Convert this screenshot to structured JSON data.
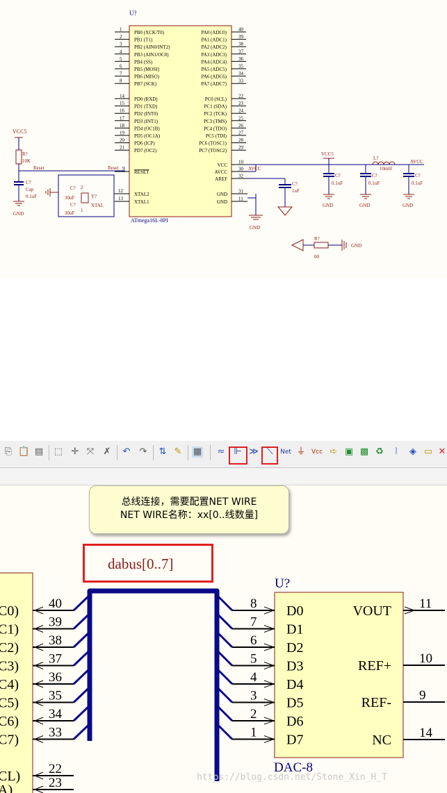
{
  "schematic": {
    "mcu": {
      "designator": "U?",
      "part": "ATmega16L-8PI",
      "left_pins": [
        {
          "num": "1",
          "name": "PB0 (XCK/T0)"
        },
        {
          "num": "2",
          "name": "PB1 (T1)"
        },
        {
          "num": "3",
          "name": "PB2 (AIN0/INT2)"
        },
        {
          "num": "4",
          "name": "PB3 (AIN1/OC0)"
        },
        {
          "num": "5",
          "name": "PB4 (SS)"
        },
        {
          "num": "6",
          "name": "PB5 (MOSI)"
        },
        {
          "num": "7",
          "name": "PB6 (MISO)"
        },
        {
          "num": "8",
          "name": "PB7 (SCK)"
        },
        {
          "num": "14",
          "name": "PD0 (RXD)"
        },
        {
          "num": "15",
          "name": "PD1 (TXD)"
        },
        {
          "num": "16",
          "name": "PD2 (INT0)"
        },
        {
          "num": "17",
          "name": "PD3 (INT1)"
        },
        {
          "num": "18",
          "name": "PD4 (OC1B)"
        },
        {
          "num": "19",
          "name": "PD5 (OC1A)"
        },
        {
          "num": "20",
          "name": "PD6 (ICP)"
        },
        {
          "num": "21",
          "name": "PD7 (OC2)"
        }
      ],
      "right_pins": [
        {
          "num": "40",
          "name": "PA0 (ADC0)"
        },
        {
          "num": "39",
          "name": "PA1 (ADC1)"
        },
        {
          "num": "38",
          "name": "PA2 (ADC2)"
        },
        {
          "num": "37",
          "name": "PA3 (ADC3)"
        },
        {
          "num": "36",
          "name": "PA4 (ADC4)"
        },
        {
          "num": "35",
          "name": "PA5 (ADC5)"
        },
        {
          "num": "34",
          "name": "PA6 (ADC6)"
        },
        {
          "num": "33",
          "name": "PA7 (ADC7)"
        },
        {
          "num": "22",
          "name": "PC0 (SCL)"
        },
        {
          "num": "23",
          "name": "PC1 (SDA)"
        },
        {
          "num": "24",
          "name": "PC2 (TCK)"
        },
        {
          "num": "25",
          "name": "PC3 (TMS)"
        },
        {
          "num": "26",
          "name": "PC4 (TDO)"
        },
        {
          "num": "27",
          "name": "PC5 (TDI)"
        },
        {
          "num": "28",
          "name": "PC6 (TOSC1)"
        },
        {
          "num": "29",
          "name": "PC7 (TOSC2)"
        }
      ],
      "reset_pin": {
        "num": "9",
        "name": "RESET"
      },
      "xtal_pins": [
        {
          "num": "12",
          "name": "XTAL2"
        },
        {
          "num": "13",
          "name": "XTAL1"
        }
      ],
      "power_pins": [
        {
          "num": "10",
          "name": "VCC"
        },
        {
          "num": "30",
          "name": "AVCC"
        },
        {
          "num": "32",
          "name": "AREF"
        },
        {
          "num": "31",
          "name": "GND"
        },
        {
          "num": "11",
          "name": "GND"
        }
      ]
    },
    "reset_circuit": {
      "vcc": "VCC5",
      "r_des": "R?",
      "r_val": "10K",
      "net": "Reset",
      "c_des": "C?",
      "c_type": "Cap",
      "c_val": "0.1uF",
      "gnd": "GND",
      "net_pin": "Reset"
    },
    "crystal": {
      "des": "Y?",
      "type": "XTAL",
      "c1_des": "C?",
      "c1_val": "30uF",
      "c2_des": "C?",
      "c2_val": "30uF",
      "pin_a": "1",
      "pin_b": "2"
    },
    "power": {
      "vcc_net": "VCC5",
      "avcc_net": "AVCC",
      "avcc_label": "AVCC",
      "inductor_des": "L?",
      "inductor_val": "10mH",
      "caps": [
        {
          "des": "C?",
          "val": "0.1uF"
        },
        {
          "des": "C?",
          "val": "0.1uF"
        },
        {
          "des": "C?",
          "val": "0.1uF"
        }
      ],
      "aref_cap": {
        "des": "C?",
        "val": "1uF"
      },
      "gnd": "GND",
      "gnd_label": "GND",
      "r2_des": "R?",
      "r2_val": "00",
      "r2_gnd": "GND"
    }
  },
  "editor": {
    "note_line1": "总线连接，需要配置NET WIRE",
    "note_line2": "NET WIRE名称：xx[0..线数量]",
    "bus_label": "dabus[0..7]",
    "left_part_pins": [
      {
        "num": "40",
        "name": "C0)"
      },
      {
        "num": "39",
        "name": "C1)"
      },
      {
        "num": "38",
        "name": "C2)"
      },
      {
        "num": "37",
        "name": "C3)"
      },
      {
        "num": "36",
        "name": "C4)"
      },
      {
        "num": "35",
        "name": "C5)"
      },
      {
        "num": "34",
        "name": "C6)"
      },
      {
        "num": "33",
        "name": "C7)"
      },
      {
        "num": "22",
        "name": "CL)"
      },
      {
        "num": "23",
        "name": "A)"
      }
    ],
    "dac": {
      "designator": "U?",
      "part": "DAC-8",
      "inputs": [
        {
          "num": "8",
          "name": "D0"
        },
        {
          "num": "7",
          "name": "D1"
        },
        {
          "num": "6",
          "name": "D2"
        },
        {
          "num": "5",
          "name": "D3"
        },
        {
          "num": "4",
          "name": "D4"
        },
        {
          "num": "3",
          "name": "D5"
        },
        {
          "num": "2",
          "name": "D6"
        },
        {
          "num": "1",
          "name": "D7"
        }
      ],
      "outputs": [
        {
          "num": "11",
          "name": "VOUT"
        },
        {
          "num": "10",
          "name": "REF+"
        },
        {
          "num": "9",
          "name": "REF-"
        },
        {
          "num": "14",
          "name": "NC"
        }
      ]
    },
    "toolbar_net_label": "Net",
    "toolbar_vcc_label": "Vcc",
    "watermark": "https://blog.csdn.net/Stone_Xin_H_T",
    "colors": {
      "wire": "#000080",
      "bus": "#0a0a8a",
      "part_fill": "#ffffc0",
      "part_border": "#8b1a1a",
      "designator": "#000080",
      "label_red": "#8b1a1a",
      "highlight": "#e02020"
    }
  }
}
